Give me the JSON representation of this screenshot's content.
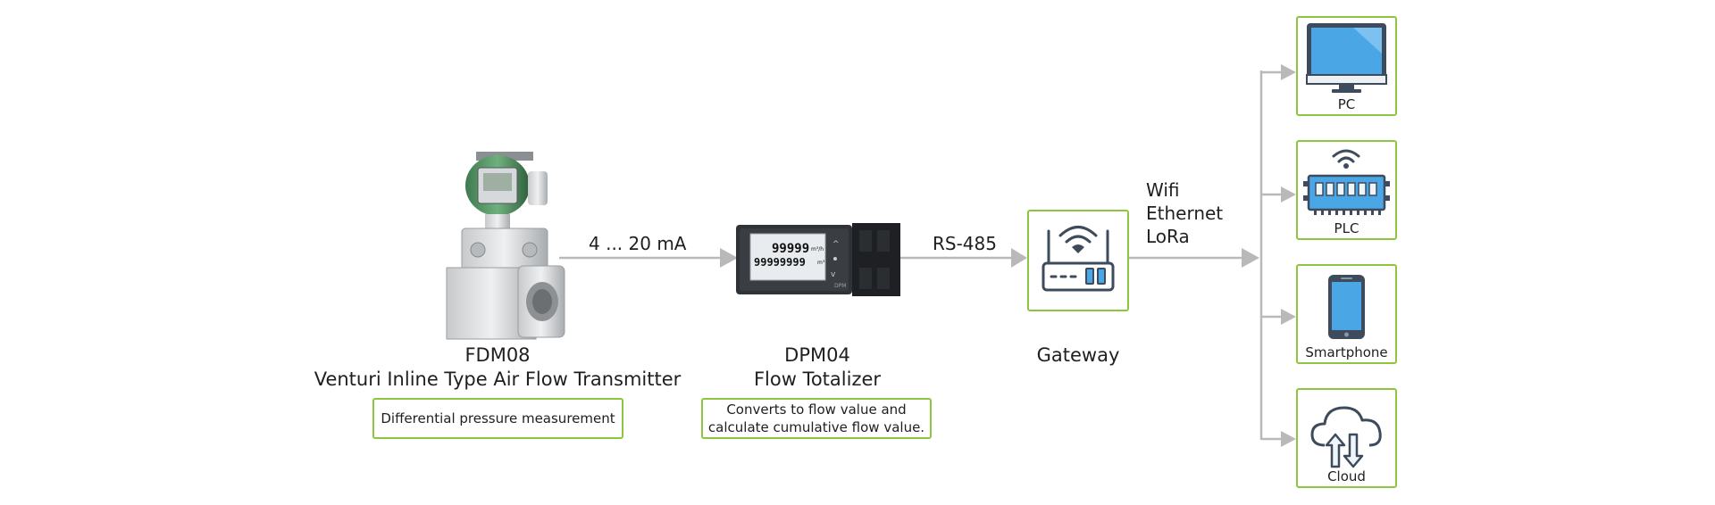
{
  "transmitter": {
    "model": "FDM08",
    "name": "Venturi Inline Type Air Flow Transmitter",
    "note": "Differential pressure measurement"
  },
  "totalizer": {
    "model": "DPM04",
    "name": "Flow Totalizer",
    "note_line1": "Converts to flow value and",
    "note_line2": "calculate cumulative flow value.",
    "display_top": "99999",
    "display_top_unit": "m³/h",
    "display_bottom": "99999999",
    "display_bottom_unit": "m³"
  },
  "links": {
    "signal": "4 ... 20 mA",
    "serial": "RS-485",
    "wireless": [
      "Wifi",
      "Ethernet",
      "LoRa"
    ]
  },
  "gateway": {
    "label": "Gateway"
  },
  "devices": [
    {
      "label": "PC",
      "icon": "monitor-icon"
    },
    {
      "label": "PLC",
      "icon": "plc-icon"
    },
    {
      "label": "Smartphone",
      "icon": "smartphone-icon"
    },
    {
      "label": "Cloud",
      "icon": "cloud-icon"
    }
  ],
  "colors": {
    "accent": "#8cc63f",
    "line": "#b5b5b5",
    "icon_blue": "#4ba6e6",
    "icon_dark": "#3d4b5c"
  }
}
